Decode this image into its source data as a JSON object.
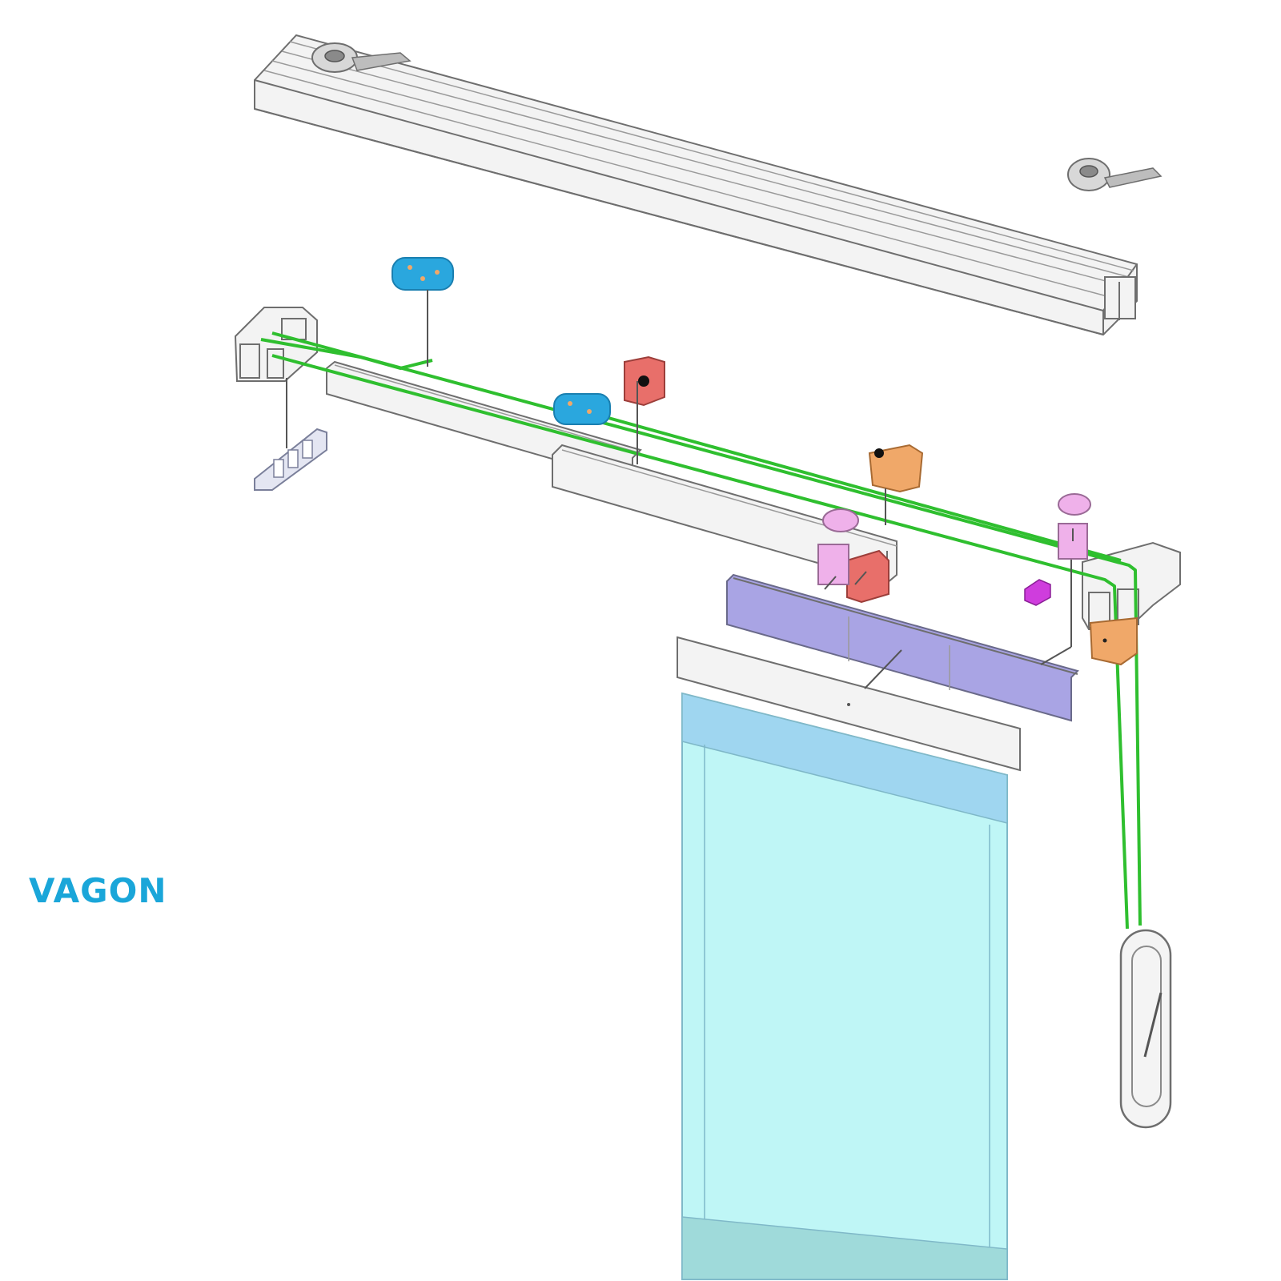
{
  "caption": {
    "text": "VAGON",
    "color": "#1aa6d9"
  },
  "colors": {
    "outline": "#6e6e6e",
    "profile_fill": "#f3f3f3",
    "cord": "#2fbf2f",
    "cord_dark": "#1a8f1a",
    "cyan_part": "#2aa7de",
    "red_part": "#e86f6a",
    "orange_part": "#f0a869",
    "pink_part": "#efb1ea",
    "magenta_part": "#cf3ddd",
    "lavender_bar": "#a9a4e4",
    "glass": "#bff6f6",
    "glass_top": "#9fd6f0"
  },
  "parts": [
    "top-rail-profile",
    "pulley-top-left",
    "pulley-top-right",
    "end-cap-left",
    "end-cap-right",
    "wall-bracket",
    "cyan-clip-top",
    "cyan-clip-mid",
    "red-block-top",
    "red-block-lower",
    "orange-block-mid",
    "orange-block-right",
    "pink-carrier-mid",
    "pink-carrier-right",
    "magenta-stopper",
    "carrier-rail-back",
    "carrier-rail-front",
    "lavender-weight-bar",
    "white-header-bar",
    "glass-panel",
    "pull-handle",
    "control-cords"
  ]
}
